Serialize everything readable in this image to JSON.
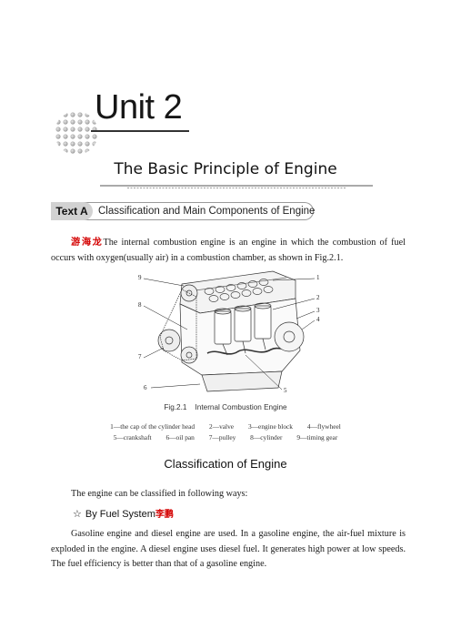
{
  "unit": {
    "title": "Unit 2"
  },
  "chapter": {
    "title": "The Basic Principle of Engine"
  },
  "text_a": {
    "tag": "Text A",
    "title": "Classification and Main Components of Engine"
  },
  "intro": {
    "author": "游海龙",
    "text": "The internal combustion engine is an engine in which the combustion of fuel occurs with oxygen(usually air) in a combustion chamber, as shown in Fig.2.1."
  },
  "figure": {
    "callouts": [
      "9",
      "8",
      "7",
      "6",
      "5",
      "1",
      "2",
      "3",
      "4"
    ],
    "caption": "Fig.2.1    Internal Combustion Engine",
    "legend_row_1": [
      "1—the cap of the cylinder head",
      "2—valve",
      "3—engine block",
      "4—flywheel"
    ],
    "legend_row_2": [
      "5—crankshaft",
      "6—oil pan",
      "7—pulley",
      "8—cylinder",
      "9—timing gear"
    ]
  },
  "section": {
    "heading": "Classification of Engine"
  },
  "classify": {
    "text": "The engine can be classified in following ways:"
  },
  "subsection": {
    "star": "☆",
    "title": "By Fuel System",
    "author": "李鹏"
  },
  "fuel_para": {
    "text": "Gasoline engine and diesel engine are used. In a gasoline engine, the air-fuel mixture is exploded in the engine. A diesel engine uses diesel fuel. It generates high power at low speeds. The fuel efficiency is better than that of a gasoline engine."
  }
}
